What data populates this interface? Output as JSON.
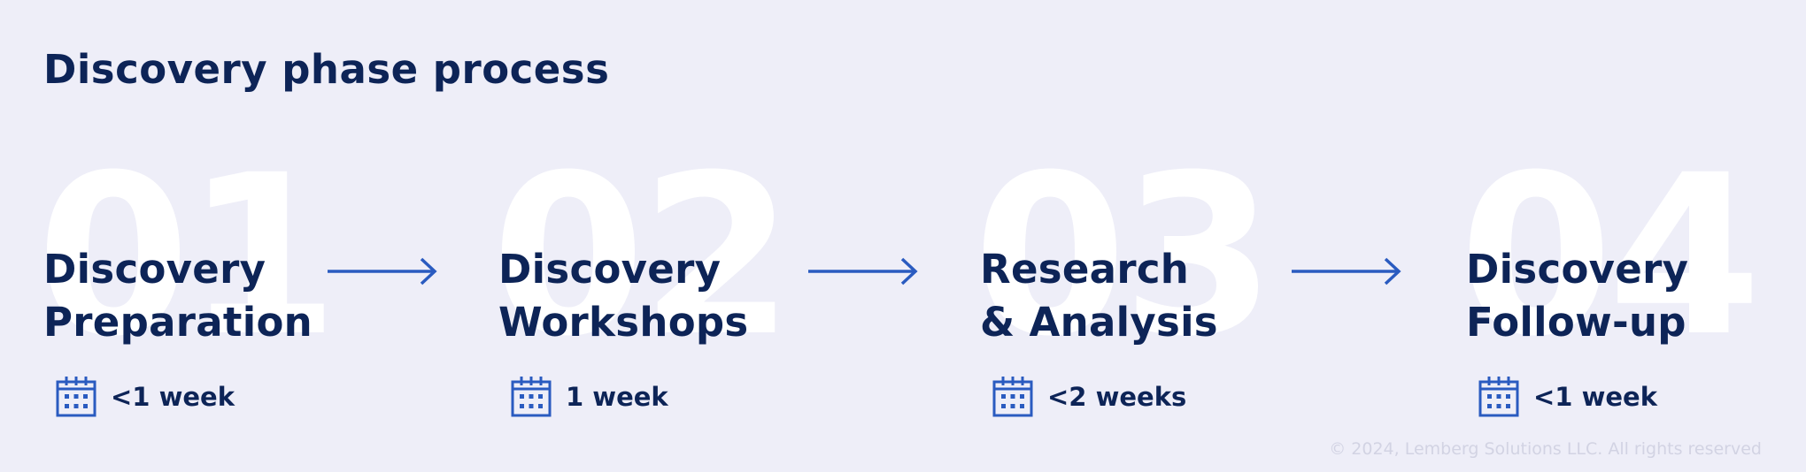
{
  "title": "Discovery phase process",
  "steps": [
    {
      "number": "01",
      "title": "Discovery\nPreparation",
      "duration": "<1 week",
      "icon": "calendar-icon"
    },
    {
      "number": "02",
      "title": "Discovery\nWorkshops",
      "duration": "1 week",
      "icon": "calendar-icon"
    },
    {
      "number": "03",
      "title": "Research\n& Analysis",
      "duration": "<2 weeks",
      "icon": "calendar-icon"
    },
    {
      "number": "04",
      "title": "Discovery\nFollow-up",
      "duration": "<1 week",
      "icon": "calendar-icon"
    }
  ],
  "connector_icon": "arrow-right-icon",
  "footer": "© 2024, Lemberg Solutions LLC. All rights reserved",
  "colors": {
    "background": "#eeeef8",
    "text": "#0d2457",
    "accent": "#2a5bc0",
    "number": "#ffffff",
    "footer": "#d2d3e3"
  }
}
